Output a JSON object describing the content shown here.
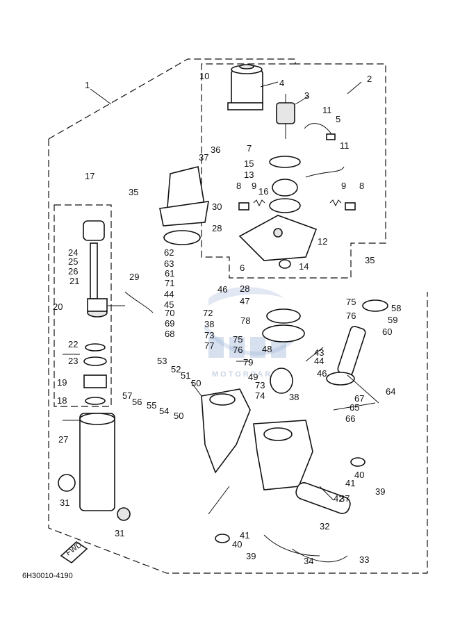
{
  "diagram": {
    "callouts": [
      "1",
      "2",
      "3",
      "4",
      "5",
      "6",
      "7",
      "8",
      "8",
      "9",
      "9",
      "10",
      "11",
      "11",
      "12",
      "13",
      "14",
      "15",
      "16",
      "17",
      "18",
      "19",
      "20",
      "21",
      "22",
      "23",
      "24",
      "25",
      "26",
      "27",
      "28",
      "28",
      "29",
      "30",
      "31",
      "31",
      "32",
      "33",
      "34",
      "35",
      "35",
      "36",
      "37",
      "37",
      "38",
      "38",
      "39",
      "39",
      "40",
      "40",
      "41",
      "41",
      "42",
      "43",
      "44",
      "44",
      "45",
      "46",
      "46",
      "47",
      "48",
      "49",
      "50",
      "50",
      "51",
      "52",
      "53",
      "54",
      "55",
      "56",
      "57",
      "58",
      "59",
      "60",
      "61",
      "62",
      "63",
      "64",
      "65",
      "66",
      "67",
      "68",
      "69",
      "70",
      "71",
      "72",
      "73",
      "73",
      "74",
      "75",
      "75",
      "76",
      "76",
      "77",
      "78",
      "79"
    ],
    "fwd_label": "FWD",
    "diagram_code": "6H30010-4190",
    "watermark": "MOTORPARTS",
    "watermark_colors": {
      "blue": "#2f5fa8",
      "light": "#c9d6ea"
    }
  }
}
